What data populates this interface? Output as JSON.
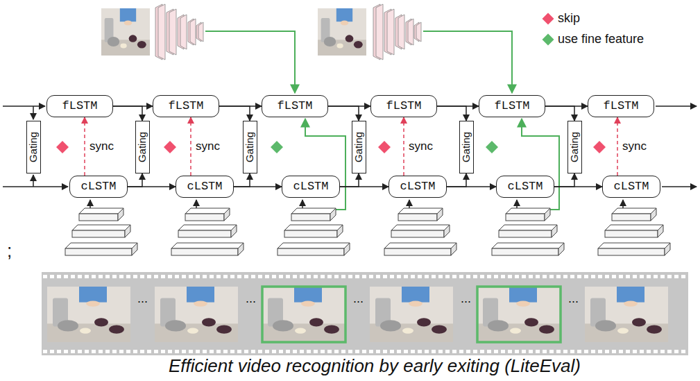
{
  "diagram": {
    "caption": "Efficient video recognition by early exiting (LiteEval)",
    "nodes": [
      {
        "text": [
          "fLSTM"
        ]
      },
      {
        "text": [
          "fLSTM"
        ]
      },
      {
        "text": [
          "fLSTM"
        ]
      },
      {
        "text": [
          "fLSTM"
        ]
      },
      {
        "text": [
          "fLSTM"
        ]
      },
      {
        "text": [
          "fLSTM"
        ]
      },
      {
        "text": [
          "Gating"
        ]
      },
      {
        "text": [
          "Gating"
        ]
      },
      {
        "text": [
          "Gating"
        ]
      },
      {
        "text": [
          "Gating"
        ]
      },
      {
        "text": [
          "Gating"
        ]
      },
      {
        "text": [
          "Gating"
        ]
      },
      {
        "text": [
          "cLSTM"
        ]
      },
      {
        "text": [
          "cLSTM"
        ]
      },
      {
        "text": [
          "cLSTM"
        ]
      },
      {
        "text": [
          "cLSTM"
        ]
      },
      {
        "text": [
          "cLSTM"
        ]
      },
      {
        "text": [
          "cLSTM"
        ]
      }
    ],
    "edges": [
      {
        "from": 0,
        "to": 1,
        "arrow": "to"
      },
      {
        "from": 1,
        "to": 2,
        "arrow": "to"
      },
      {
        "from": 2,
        "to": 3,
        "arrow": "to"
      },
      {
        "from": 3,
        "to": 4,
        "arrow": "to"
      },
      {
        "from": 4,
        "to": 5,
        "arrow": "to"
      },
      {
        "from": 12,
        "to": 13,
        "arrow": "to"
      },
      {
        "from": 13,
        "to": 14,
        "arrow": "to"
      },
      {
        "from": 14,
        "to": 15,
        "arrow": "to"
      },
      {
        "from": 15,
        "to": 16,
        "arrow": "to"
      },
      {
        "from": 16,
        "to": 17,
        "arrow": "to"
      },
      {
        "from": 0,
        "to": 7,
        "arrow": "to"
      },
      {
        "from": 1,
        "to": 8,
        "arrow": "to"
      },
      {
        "from": 2,
        "to": 9,
        "arrow": "to"
      },
      {
        "from": 3,
        "to": 10,
        "arrow": "to"
      },
      {
        "from": 4,
        "to": 11,
        "arrow": "to"
      },
      {
        "from": 12,
        "to": 7,
        "arrow": "to"
      },
      {
        "from": 13,
        "to": 8,
        "arrow": "to"
      },
      {
        "from": 14,
        "to": 9,
        "arrow": "to"
      },
      {
        "from": 15,
        "to": 10,
        "arrow": "to"
      },
      {
        "from": 16,
        "to": 11,
        "arrow": "to"
      },
      {
        "from": 12,
        "to": 0,
        "label": "sync",
        "arrow": "to"
      },
      {
        "from": 13,
        "to": 1,
        "label": "sync",
        "arrow": "to"
      },
      {
        "from": 15,
        "to": 3,
        "label": "sync",
        "arrow": "to"
      },
      {
        "from": 17,
        "to": 5,
        "label": "sync",
        "arrow": "to"
      }
    ],
    "labels": [
      ";",
      "...",
      "...",
      "...",
      "...",
      "..."
    ],
    "legend": [
      {
        "text": "skip",
        "color": "#f0506e"
      },
      {
        "text": "use fine feature",
        "color": "#5cb96b"
      }
    ]
  }
}
